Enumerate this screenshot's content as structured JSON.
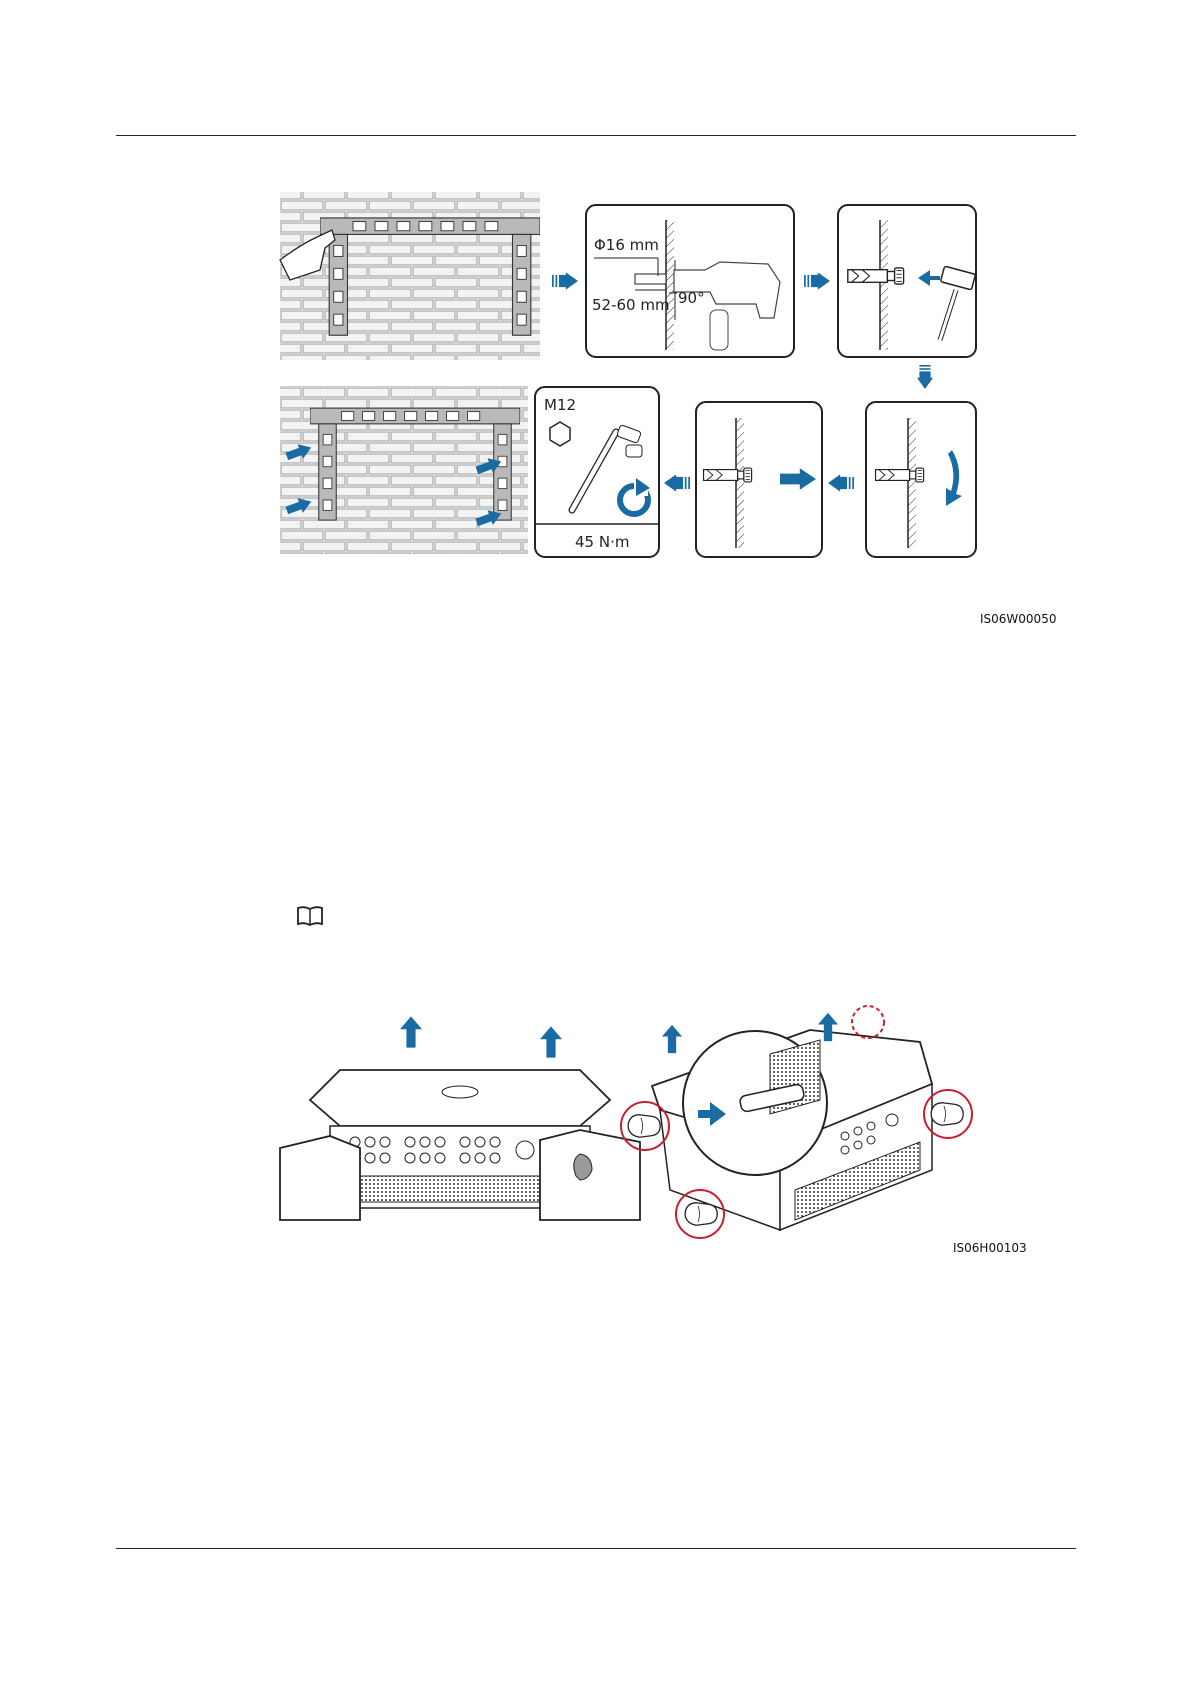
{
  "figure1": {
    "drill_diameter": "Φ16 mm",
    "drill_depth": "52-60 mm",
    "drill_angle": "90°",
    "bolt_size": "M12",
    "torque": "45 N·m",
    "figure_code": "IS06W00050"
  },
  "figure2": {
    "figure_code": "IS06H00103"
  },
  "colors": {
    "arrow_blue": "#1a6aa3",
    "highlight_red": "#c8202f",
    "line": "#222222"
  }
}
